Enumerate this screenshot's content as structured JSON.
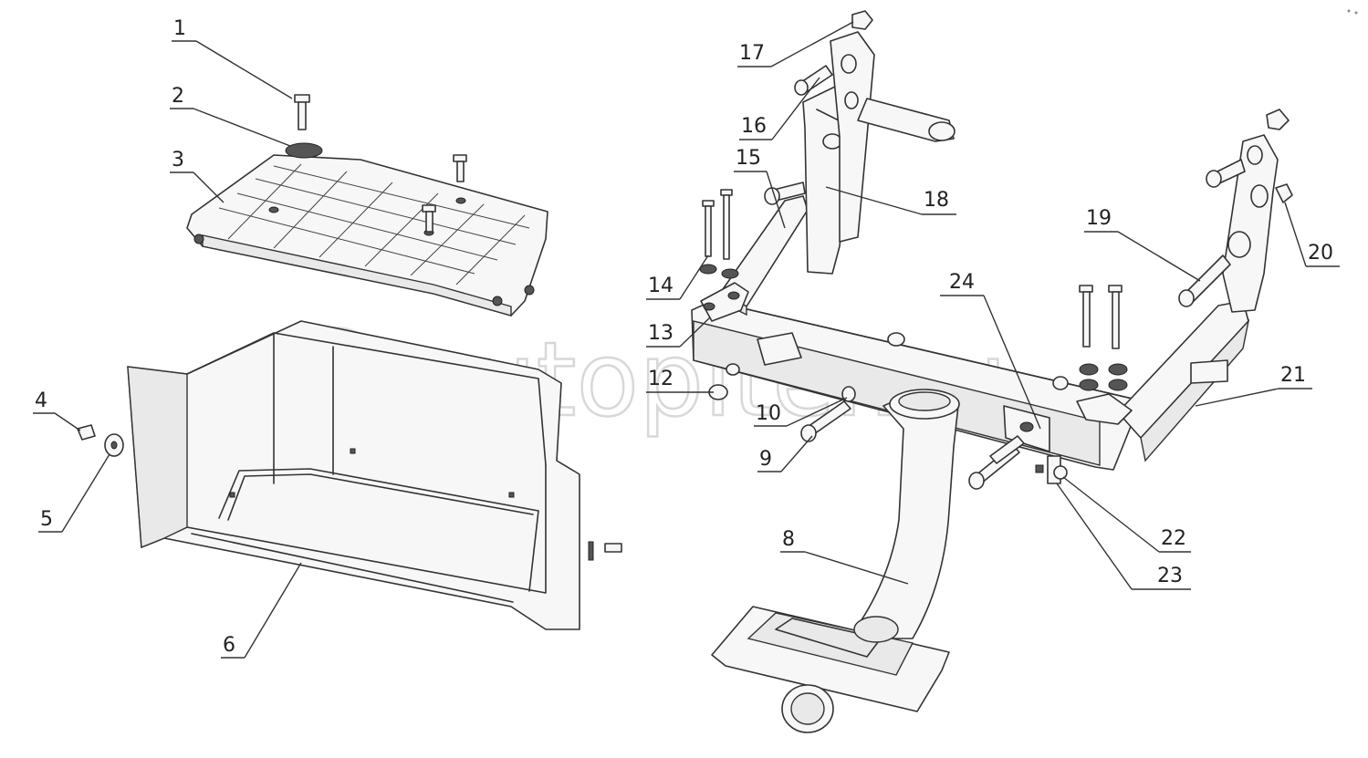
{
  "watermark": {
    "text": "autopiter.ru",
    "logo_icon": "at-sign-icon"
  },
  "callouts": [
    {
      "id": "1",
      "label": "1"
    },
    {
      "id": "2",
      "label": "2"
    },
    {
      "id": "3",
      "label": "3"
    },
    {
      "id": "4",
      "label": "4"
    },
    {
      "id": "5",
      "label": "5"
    },
    {
      "id": "6",
      "label": "6"
    },
    {
      "id": "8",
      "label": "8"
    },
    {
      "id": "9",
      "label": "9"
    },
    {
      "id": "10",
      "label": "10"
    },
    {
      "id": "12",
      "label": "12"
    },
    {
      "id": "13",
      "label": "13"
    },
    {
      "id": "14",
      "label": "14"
    },
    {
      "id": "15",
      "label": "15"
    },
    {
      "id": "16",
      "label": "16"
    },
    {
      "id": "17",
      "label": "17"
    },
    {
      "id": "18",
      "label": "18"
    },
    {
      "id": "19",
      "label": "19"
    },
    {
      "id": "20",
      "label": "20"
    },
    {
      "id": "21",
      "label": "21"
    },
    {
      "id": "22",
      "label": "22"
    },
    {
      "id": "23",
      "label": "23"
    },
    {
      "id": "24",
      "label": "24"
    }
  ]
}
